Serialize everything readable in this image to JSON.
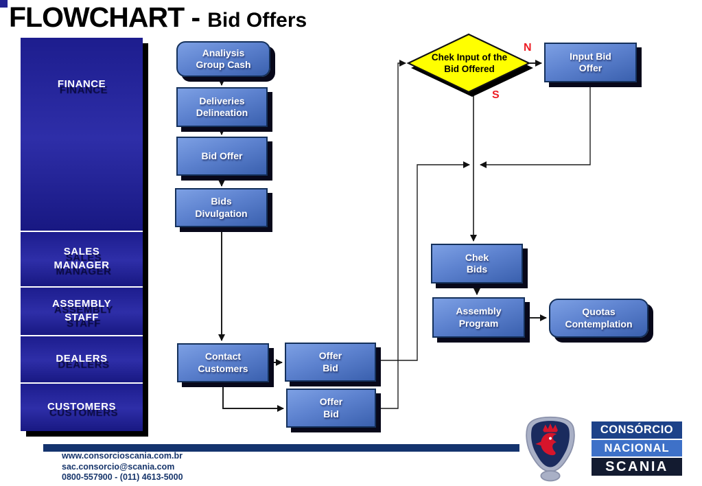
{
  "slide_title": {
    "main": "FLOWCHART -",
    "sub": "Bid Offers"
  },
  "lanes": [
    {
      "label": "FINANCE"
    },
    {
      "label": "SALES\nMANAGER"
    },
    {
      "label": "ASSEMBLY\nSTAFF"
    },
    {
      "label": "DEALERS"
    },
    {
      "label": "CUSTOMERS"
    }
  ],
  "nodes": {
    "analysis_group_cash": {
      "label": "Analiysis\nGroup Cash"
    },
    "deliveries_delineation": {
      "label": "Deliveries\nDelineation"
    },
    "bid_offer": {
      "label": "Bid Offer"
    },
    "bids_divulgation": {
      "label": "Bids\nDivulgation"
    },
    "contact_customers": {
      "label": "Contact\nCustomers"
    },
    "offer_bid_dealers": {
      "label": "Offer\nBid"
    },
    "offer_bid_customers": {
      "label": "Offer\nBid"
    },
    "chek_bids": {
      "label": "Chek\nBids"
    },
    "assembly_program": {
      "label": "Assembly\nProgram"
    },
    "quotas_contemplation": {
      "label": "Quotas\nContemplation"
    },
    "input_bid_offer": {
      "label": "Input Bid\nOffer"
    }
  },
  "decision": {
    "label": "Chek Input of the\nBid Offered",
    "branch_no": "N",
    "branch_yes": "S"
  },
  "footer": {
    "website": "www.consorcioscania.com.br",
    "email": "sac.consorcio@scania.com",
    "phone": "0800-557900 - (011) 4613-5000"
  },
  "logo": {
    "line1": "CONSÓRCIO",
    "line2": "NACIONAL",
    "line3": "SCANIA",
    "icon": "scania-griffin-icon"
  },
  "colors": {
    "node_gradient_top": "#7DA0E4",
    "node_gradient_bottom": "#3A60AE",
    "node_border": "#14305A",
    "node_shadow": "#08081A",
    "lane_panel_blue": "#22229A",
    "decision_fill": "#FFFF00",
    "branch_label_red": "#ED1C24",
    "footer_navy": "#17356B",
    "logo_consorcio_bg": "#1D4289",
    "logo_nacional_bg": "#3E71C8",
    "logo_scania_bg": "#131B30"
  }
}
